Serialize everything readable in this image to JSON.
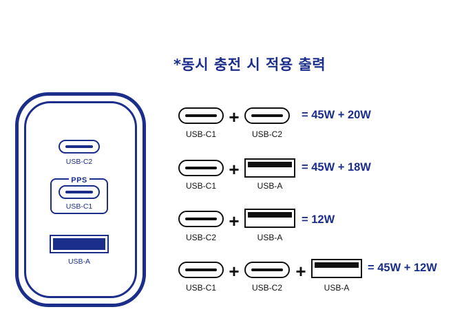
{
  "title": "*동시 충전 시 적용 출력",
  "charger": {
    "port1_label": "USB-C2",
    "pps_label": "PPS",
    "port2_label": "USB-C1",
    "port3_label": "USB-A"
  },
  "combos": [
    {
      "ports": [
        "USB-C1",
        "USB-C2"
      ],
      "result": "= 45W + 20W"
    },
    {
      "ports": [
        "USB-C1",
        "USB-A"
      ],
      "result": "= 45W + 18W"
    },
    {
      "ports": [
        "USB-C2",
        "USB-A"
      ],
      "result": "= 12W"
    },
    {
      "ports": [
        "USB-C1",
        "USB-C2",
        "USB-A"
      ],
      "result": "= 45W + 12W"
    }
  ],
  "plus_sign": "+",
  "colors": {
    "accent": "#1a2e8a",
    "ink": "#111111"
  }
}
